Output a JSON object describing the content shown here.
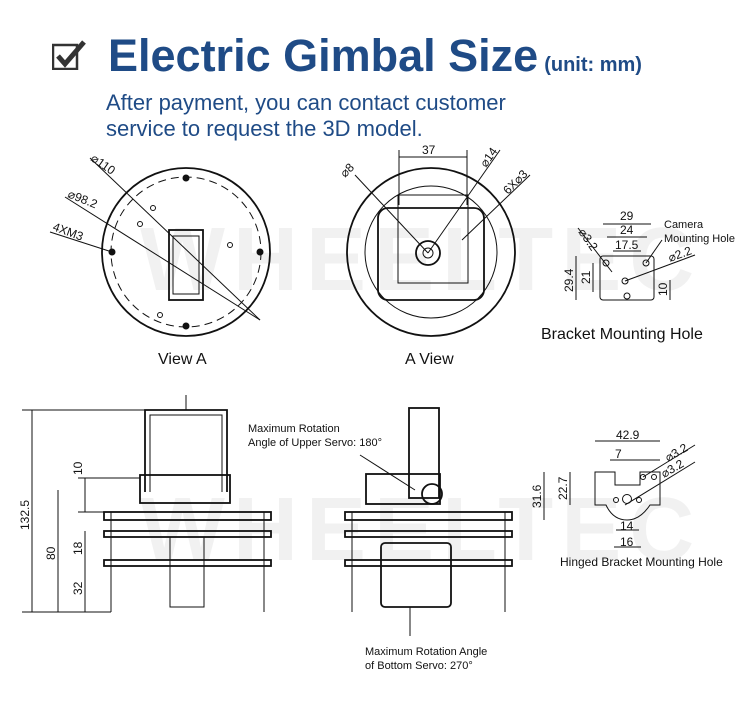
{
  "header": {
    "title": "Electric Gimbal Size",
    "unit": "(unit: mm)",
    "subtitle_line1": "After payment, you can contact customer",
    "subtitle_line2": "service to request the 3D model.",
    "check_icon": "checkbox-checked-icon",
    "title_color": "#1f4b86"
  },
  "watermark": "WHEELTEC",
  "view_a": {
    "caption": "View A",
    "d_outer": "⌀110",
    "d_inner": "⌀98.2",
    "screws": "4XM3"
  },
  "a_view": {
    "caption": "A View",
    "width": "37",
    "d_small": "⌀8",
    "d_large": "⌀14",
    "holes": "6X⌀3"
  },
  "bracket": {
    "caption": "Bracket Mounting Hole",
    "w29": "29",
    "w24": "24",
    "w17": "17.5",
    "hole": "⌀3.2",
    "cam_hole": "⌀2.2",
    "h29": "29.4",
    "h21": "21",
    "h10": "10",
    "camera_label_1": "Camera",
    "camera_label_2": "Mounting Hole"
  },
  "side": {
    "total": "132.5",
    "h10": "10",
    "h80": "80",
    "h18": "18",
    "h32": "32"
  },
  "notes": {
    "upper_1": "Maximum Rotation",
    "upper_2": "Angle of Upper Servo: 180°",
    "bottom_1": "Maximum Rotation Angle",
    "bottom_2": "of Bottom Servo: 270°"
  },
  "hinged": {
    "caption": "Hinged Bracket Mounting Hole",
    "w42": "42.9",
    "w7": "7",
    "hole1": "⌀3.2",
    "hole2": "⌀3.2",
    "h31": "31.6",
    "h22": "22.7",
    "w14": "14",
    "w16": "16"
  }
}
